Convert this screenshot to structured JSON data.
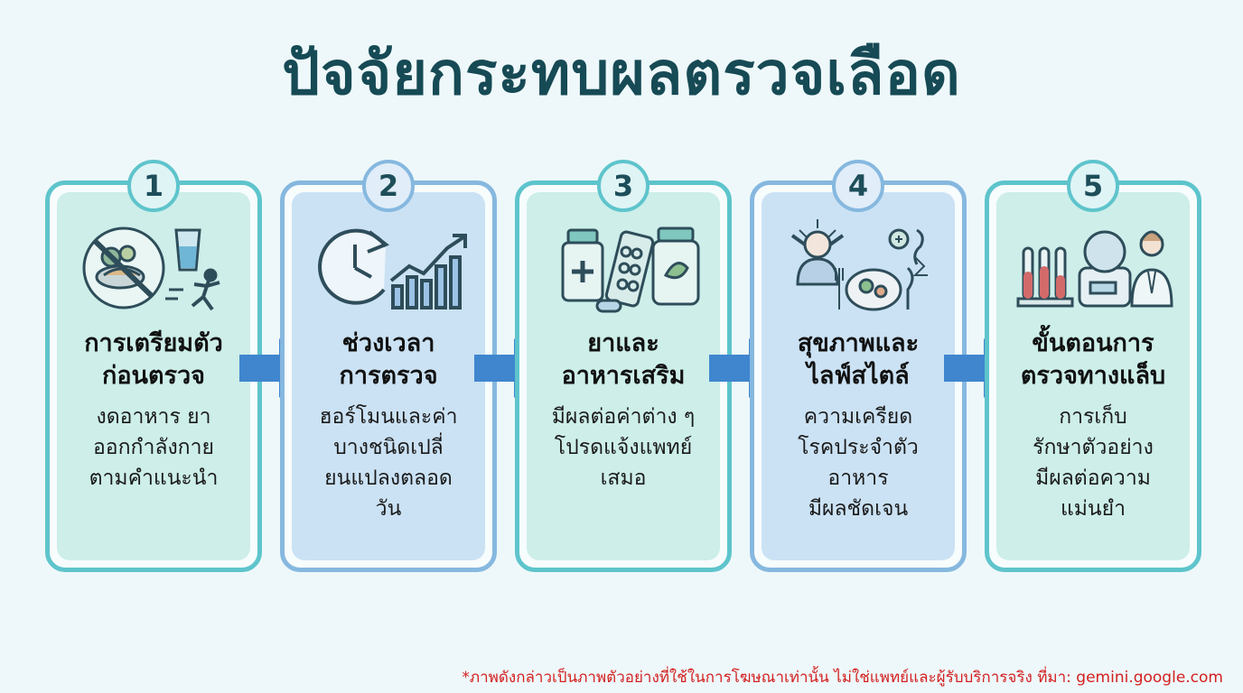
{
  "title": "ปัจจัยกระทบผลตรวจเลือด",
  "steps": [
    {
      "number": "1",
      "heading_line1": "การเตรียมตัว",
      "heading_line2": "ก่อนตรวจ",
      "desc_lines": [
        "งดอาหาร ยา",
        "ออกกำลังกาย",
        "ตามคำแนะนำ"
      ]
    },
    {
      "number": "2",
      "heading_line1": "ช่วงเวลา",
      "heading_line2": "การตรวจ",
      "desc_lines": [
        "ฮอร์โมนและค่า",
        "บางชนิดเปลี่",
        "ยนแปลงตลอด",
        "วัน"
      ]
    },
    {
      "number": "3",
      "heading_line1": "ยาและ",
      "heading_line2": "อาหารเสริม",
      "desc_lines": [
        "มีผลต่อค่าต่าง ๆ",
        "โปรดแจ้งแพทย์",
        "เสมอ"
      ]
    },
    {
      "number": "4",
      "heading_line1": "สุขภาพและ",
      "heading_line2": "ไลฟ์สไตล์",
      "desc_lines": [
        "ความเครียด",
        "โรคประจำตัว",
        "อาหาร",
        "มีผลชัดเจน"
      ]
    },
    {
      "number": "5",
      "heading_line1": "ขั้นตอนการ",
      "heading_line2": "ตรวจทางแล็บ",
      "desc_lines": [
        "การเก็บ",
        "รักษาตัวอย่าง",
        "มีผลต่อความ",
        "แม่นยำ"
      ]
    }
  ],
  "icons": [
    "no-food-drink-exercise-icon",
    "clock-trend-icon",
    "medicine-supplement-icon",
    "stress-health-icon",
    "lab-equipment-icon"
  ],
  "colors": {
    "title": "#164a55",
    "teal_border": "#5ec4cc",
    "blue_border": "#86b8df",
    "teal_fill": "#cdeee9",
    "blue_fill": "#cbe2f4",
    "arrow": "#3f86cf",
    "footnote": "#d42020"
  },
  "footnote": "*ภาพดังกล่าวเป็นภาพตัวอย่างที่ใช้ในการโฆษณาเท่านั้น ไม่ใช่แพทย์และผู้รับบริการจริง ที่มา: gemini.google.com"
}
